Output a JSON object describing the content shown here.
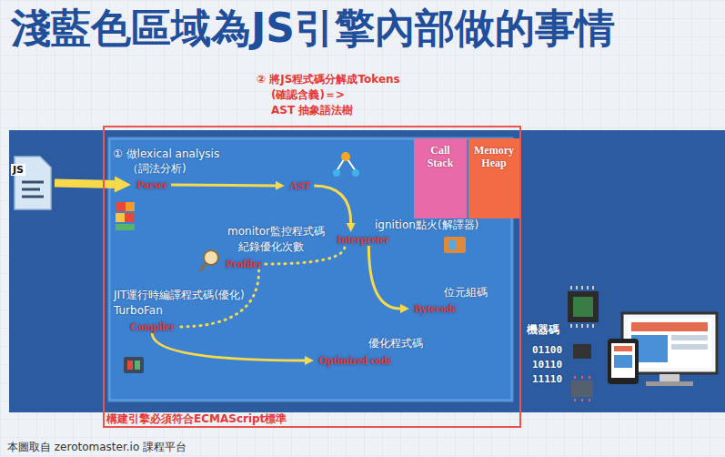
{
  "diagram": {
    "title": "淺藍色區域為JS引擎內部做的事情",
    "caption": "本圖取自 zerotomaster.io 課程平台",
    "nodes": [
      {
        "text": [
          "JS"
        ]
      },
      {
        "text": [
          "構建引擎必須符合ECMAScript標準"
        ]
      },
      {
        "text": [
          "Parser"
        ],
        "in": 1
      },
      {
        "text": [
          "AST"
        ],
        "in": 1
      },
      {
        "text": [
          "Call Stack"
        ],
        "in": 1
      },
      {
        "text": [
          "Memory Heap"
        ],
        "in": 1
      },
      {
        "text": [
          "Interpreter"
        ],
        "in": 1
      },
      {
        "text": [
          "Profiler"
        ],
        "in": 1
      },
      {
        "text": [
          "Bytecode"
        ],
        "in": 1
      },
      {
        "text": [
          "Compiler"
        ],
        "in": 1
      },
      {
        "text": [
          "Optimized code"
        ],
        "in": 1
      }
    ],
    "edges": [
      {
        "from": 0,
        "to": 2,
        "arrow": "to"
      },
      {
        "from": 2,
        "to": 3,
        "arrow": "to"
      },
      {
        "from": 3,
        "to": 6,
        "arrow": "to"
      },
      {
        "from": 6,
        "to": 8,
        "arrow": "to"
      },
      {
        "from": 7,
        "to": 6,
        "arrow": "none"
      },
      {
        "from": 7,
        "to": 9,
        "arrow": "none"
      },
      {
        "from": 9,
        "to": 10,
        "arrow": "to"
      }
    ],
    "labels": [
      "② 將JS程式碼分解成Tokens",
      "(確認含義)＝>",
      "AST 抽象語法樹",
      "① 做lexical analysis",
      "（詞法分析)",
      "monitor監控程式碼",
      "紀錄優化次數",
      "ignition點火(解譯器)",
      "JIT運行時編譯程式碼(優化)",
      "TurboFan",
      "位元組碼",
      "優化程式碼",
      "機器碼",
      "01100",
      "10110",
      "11110"
    ]
  }
}
